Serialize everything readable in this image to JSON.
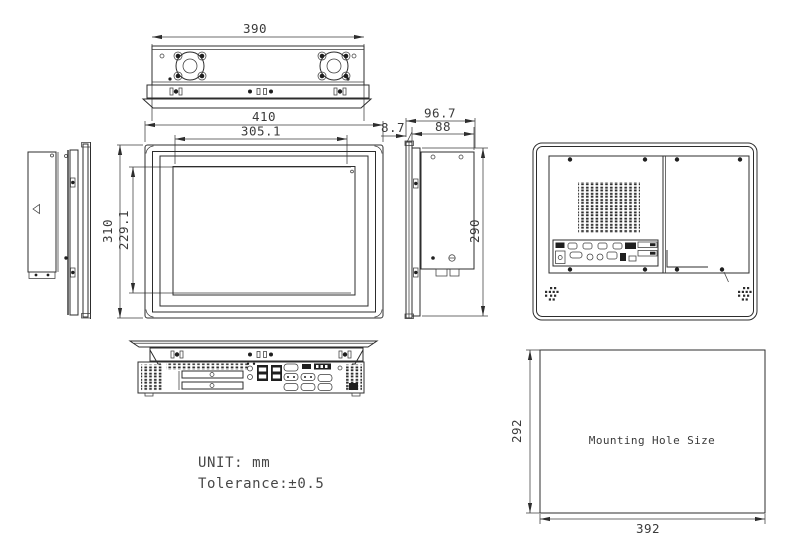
{
  "dims": {
    "top_width": "390",
    "front_outer_width": "410",
    "front_display_width": "305.1",
    "front_outer_height": "310",
    "front_display_height": "229.1",
    "side_bezel_depth": "8.7",
    "side_total_depth": "96.7",
    "side_chassis_depth": "88",
    "side_rear_height": "290",
    "mount_cutout_height": "292",
    "mount_cutout_width": "392"
  },
  "labels": {
    "mounting_hole": "Mounting Hole Size"
  },
  "notes": {
    "unit": "UNIT: mm",
    "tolerance": "Tolerance:±0.5"
  },
  "colors": {
    "line": "#2d2d2d",
    "text": "#3b3b3b",
    "background": "#ffffff"
  }
}
